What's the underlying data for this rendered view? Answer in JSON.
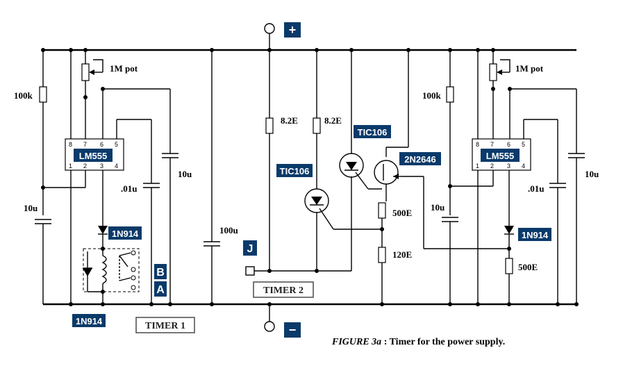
{
  "caption": {
    "figure": "FIGURE 3a",
    "text": " : Timer for the power supply."
  },
  "terminals": {
    "plus": "+",
    "minus": "−"
  },
  "tags": {
    "J": "J",
    "B": "B",
    "A": "A"
  },
  "chips": {
    "left": "LM555",
    "right": "LM555"
  },
  "pins": {
    "p8": "8",
    "p7": "7",
    "p6": "6",
    "p5": "5",
    "p1": "1",
    "p2": "2",
    "p3": "3",
    "p4": "4"
  },
  "timer_labels": {
    "timer1": "TIMER 1",
    "timer2": "TIMER 2"
  },
  "left": {
    "pot": "1M pot",
    "r100k": "100k",
    "c10u_a": "10u",
    "c10u_b": "10u",
    "c01u": ".01u",
    "diode": "1N914",
    "diode2": "1N914"
  },
  "middle": {
    "c100u": "100u",
    "r82a": "8.2E",
    "r82b": "8.2E",
    "scr1": "TIC106",
    "scr2": "TIC106",
    "ujt": "2N2646",
    "r500": "500E",
    "r120": "120E"
  },
  "right": {
    "pot": "1M pot",
    "r100k": "100k",
    "c10u_a": "10u",
    "c10u_b": "10u",
    "c01u": ".01u",
    "diode": "1N914",
    "r500": "500E"
  }
}
